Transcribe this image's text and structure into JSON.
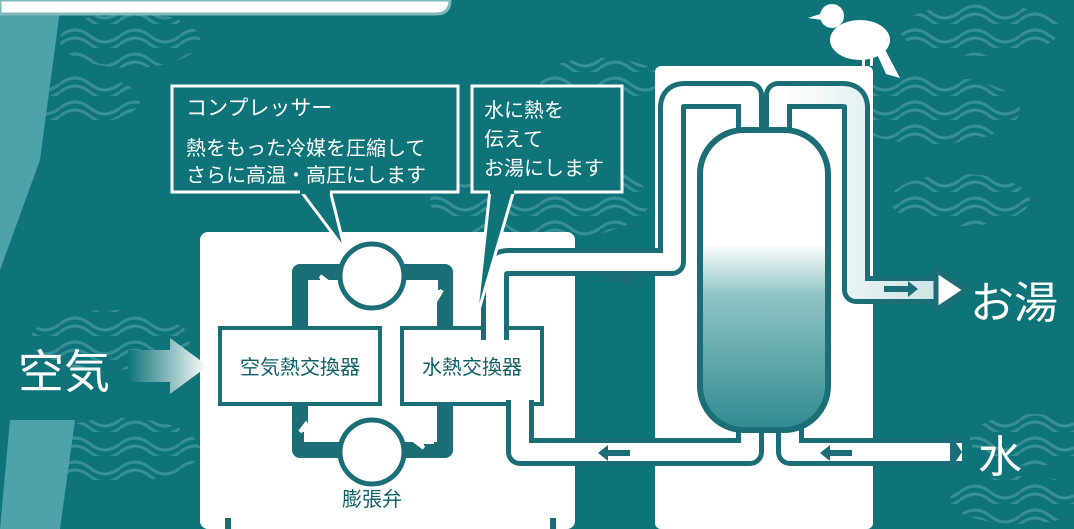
{
  "labels": {
    "air_in": "空気",
    "hot_water": "お湯",
    "water_in": "水",
    "air_heat_exchanger": "空気熱交換器",
    "water_heat_exchanger": "水熱交換器",
    "expansion_valve": "膨張弁"
  },
  "callouts": {
    "compressor": {
      "title": "コンプレッサー",
      "line1": "熱をもった冷媒を圧縮して",
      "line2": "さらに高温・高圧にします"
    },
    "water": {
      "line1": "水に熱を",
      "line2": "伝えて",
      "line3": "お湯にします"
    }
  },
  "colors": {
    "background": "#0f7479",
    "pipe": "#1b6e76",
    "panel": "#ffffff",
    "text_dark": "#0e5f66"
  }
}
